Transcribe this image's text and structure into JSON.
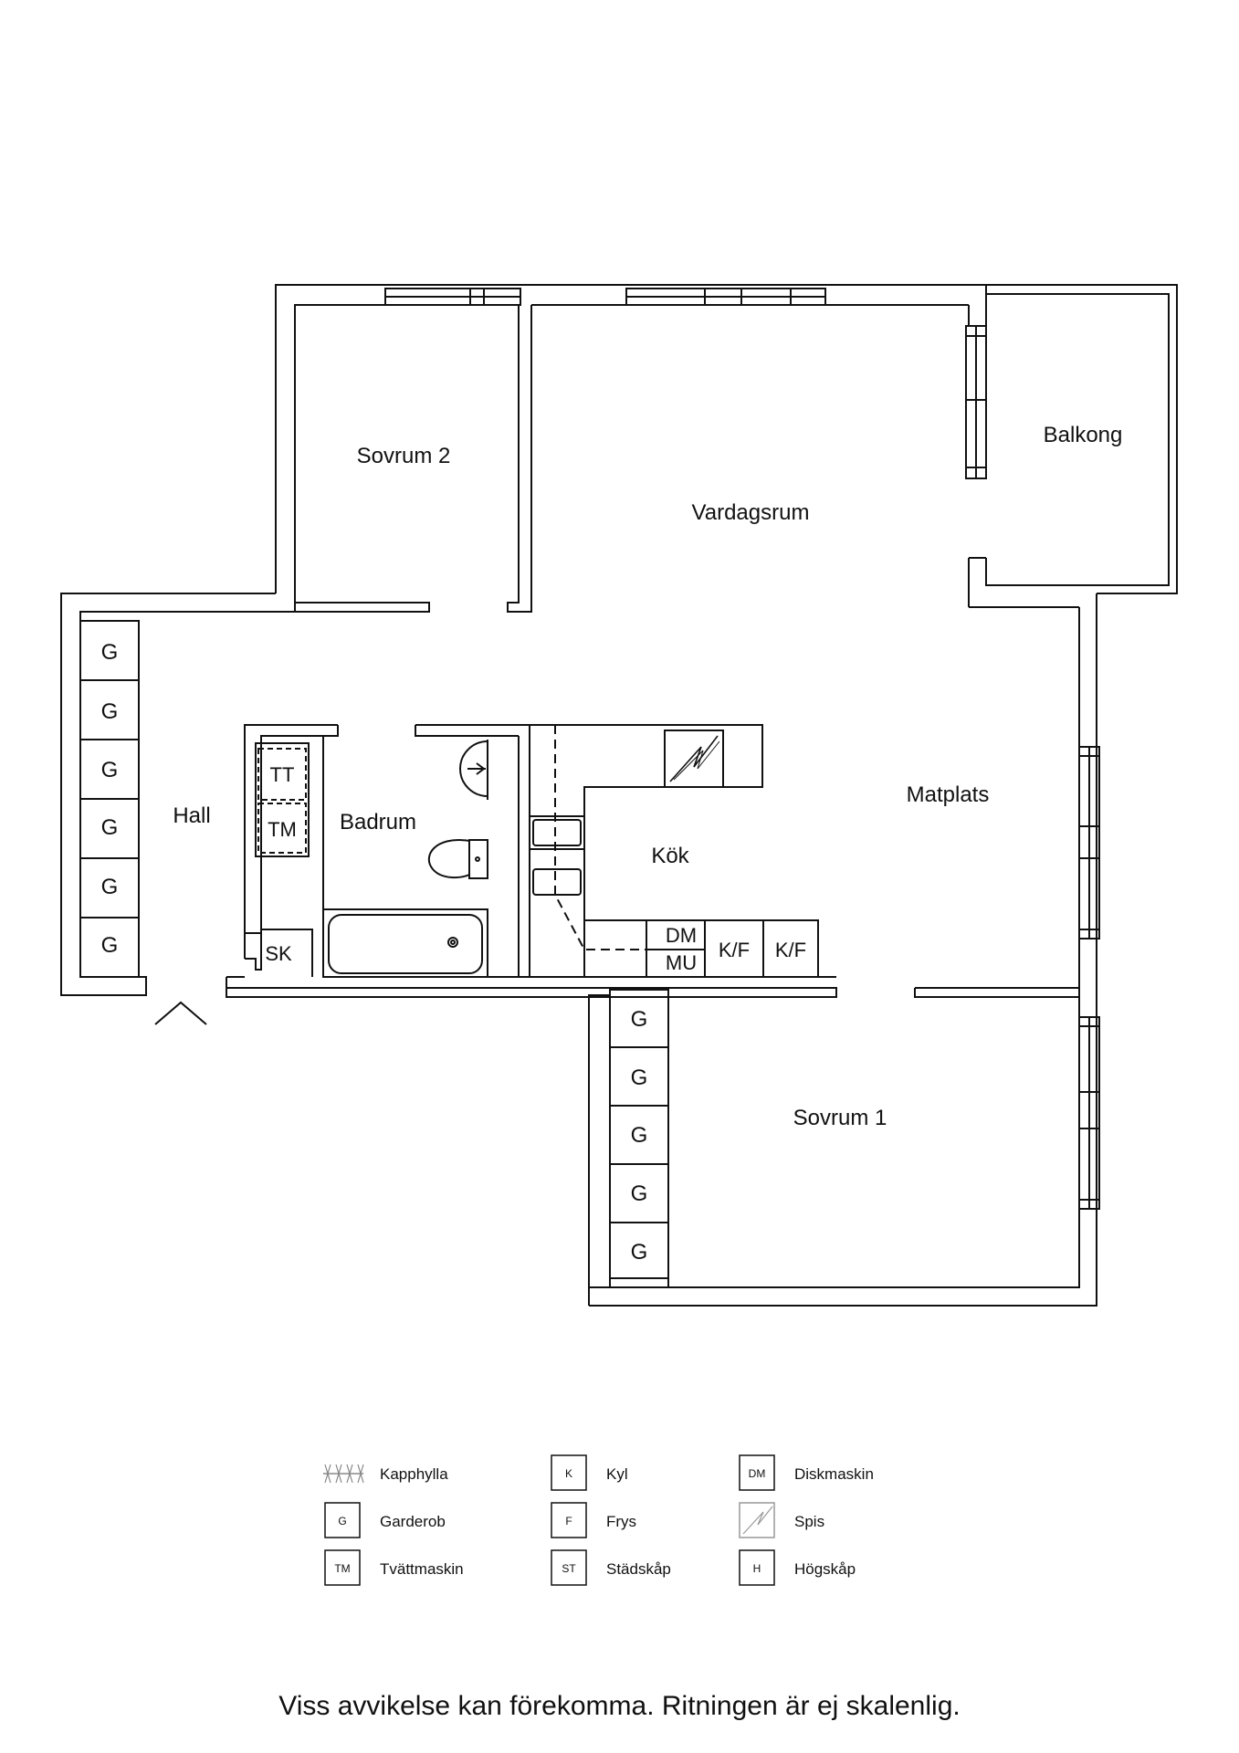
{
  "rooms": {
    "sovrum2": "Sovrum 2",
    "vardagsrum": "Vardagsrum",
    "balkong": "Balkong",
    "hall": "Hall",
    "badrum": "Badrum",
    "kok": "Kök",
    "matplats": "Matplats",
    "sovrum1": "Sovrum 1"
  },
  "fixtures": {
    "garderob": "G",
    "tt": "TT",
    "tm": "TM",
    "sk": "SK",
    "dm": "DM",
    "mu": "MU",
    "kf": "K/F"
  },
  "legend": [
    {
      "key": "",
      "label": "Kapphylla",
      "icon": "coat-rack-icon"
    },
    {
      "key": "G",
      "label": "Garderob",
      "icon": "wardrobe-icon"
    },
    {
      "key": "TM",
      "label": "Tvättmaskin",
      "icon": "washing-machine-icon"
    },
    {
      "key": "K",
      "label": "Kyl",
      "icon": "fridge-icon"
    },
    {
      "key": "F",
      "label": "Frys",
      "icon": "freezer-icon"
    },
    {
      "key": "ST",
      "label": "Städskåp",
      "icon": "cleaning-cupboard-icon"
    },
    {
      "key": "DM",
      "label": "Diskmaskin",
      "icon": "dishwasher-icon"
    },
    {
      "key": "",
      "label": "Spis",
      "icon": "stove-icon"
    },
    {
      "key": "H",
      "label": "Högskåp",
      "icon": "tall-cabinet-icon"
    }
  ],
  "disclaimer": "Viss avvikelse kan förekomma. Ritningen är ej skalenlig."
}
